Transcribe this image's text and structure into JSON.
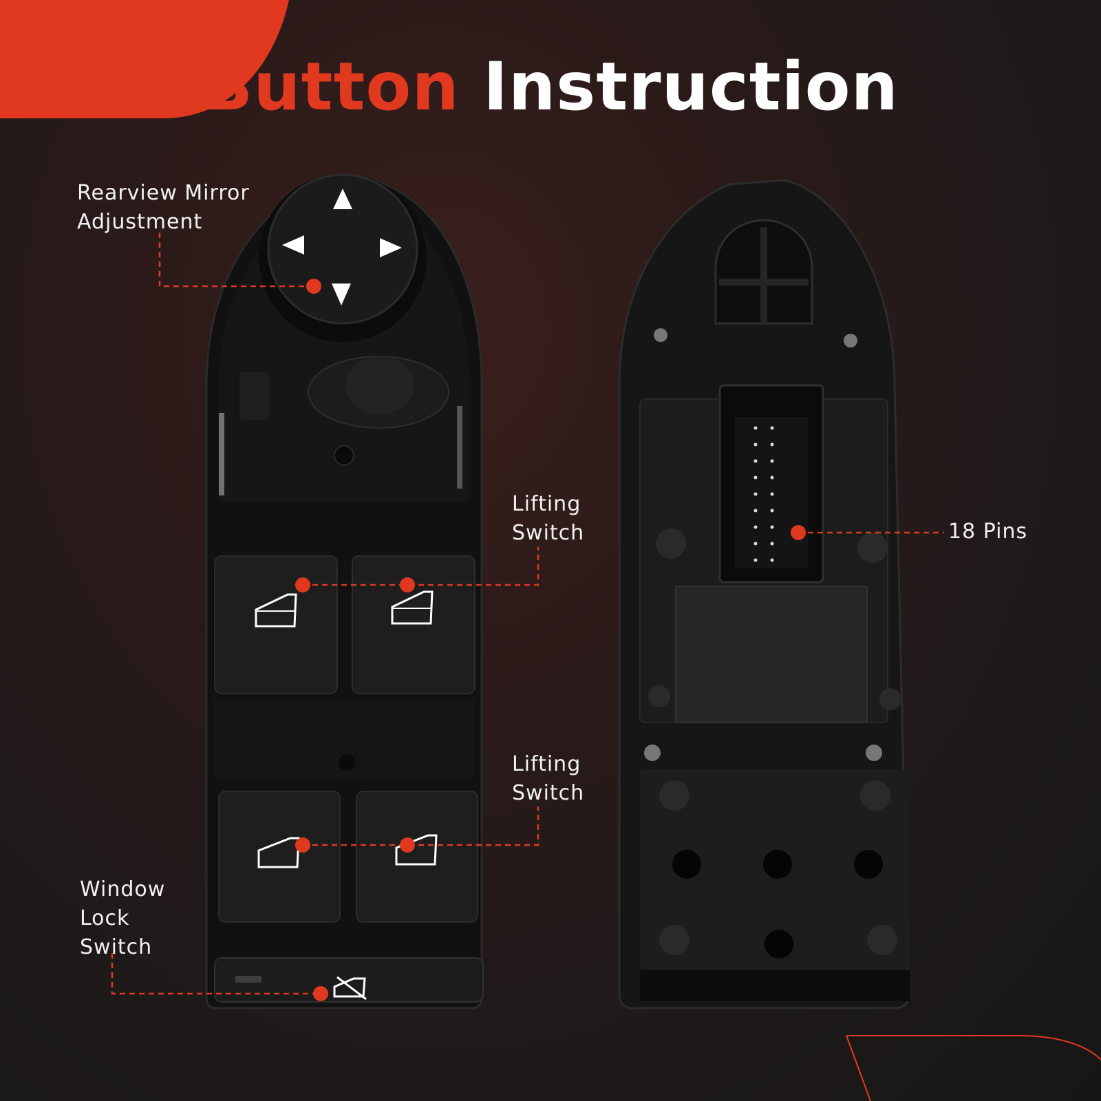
{
  "title": {
    "word1": "Button",
    "word2": "Instruction"
  },
  "callouts": {
    "mirror": {
      "line1": "Rearview Mirror",
      "line2": "Adjustment"
    },
    "lifting_front": {
      "line1": "Lifting",
      "line2": "Switch"
    },
    "lifting_rear": {
      "line1": "Lifting",
      "line2": "Switch"
    },
    "window_lock": {
      "line1": "Window",
      "line2": "Lock",
      "line3": "Switch"
    },
    "pins": {
      "text": "18 Pins"
    }
  },
  "colors": {
    "accent": "#e0391f",
    "background": "#1e1a1a",
    "plastic": "#141414",
    "text": "#ffffff"
  }
}
